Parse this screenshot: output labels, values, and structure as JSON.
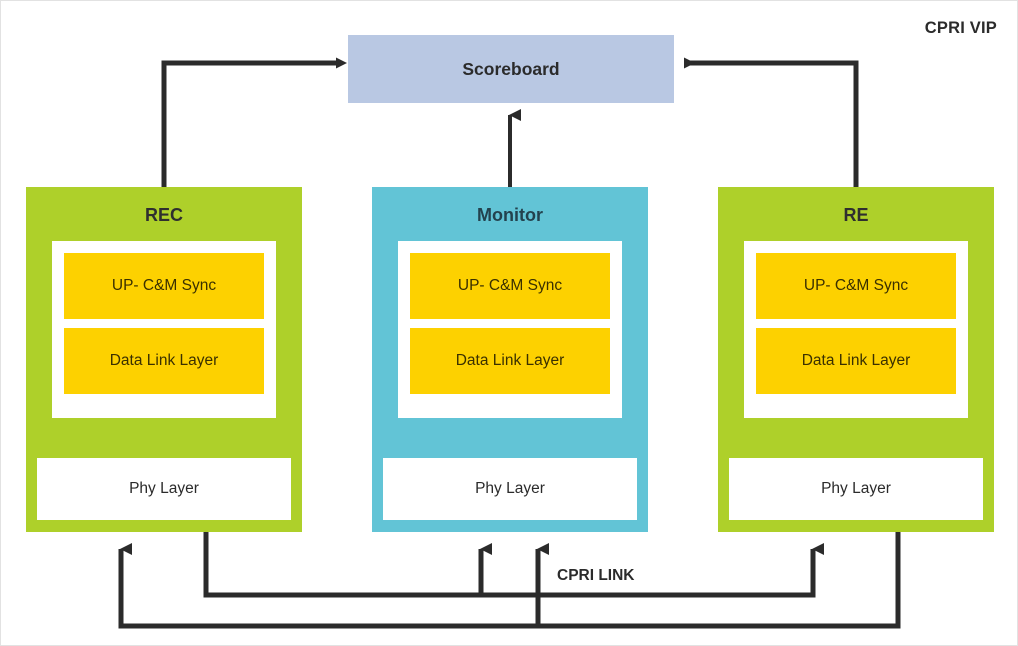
{
  "diagram": {
    "title": "CPRI VIP",
    "link_label": "CPRI LINK",
    "colors": {
      "green": "#aed02a",
      "teal": "#62c4d6",
      "yellow": "#fdd100",
      "scoreboard": "#b9c8e3",
      "wire": "#2b2b2b",
      "background": "#ffffff"
    }
  },
  "scoreboard": {
    "label": "Scoreboard"
  },
  "modules": [
    {
      "id": "rec",
      "title": "REC",
      "layers": [
        {
          "label": "UP- C&M Sync"
        },
        {
          "label": "Data Link Layer"
        }
      ],
      "phy": "Phy Layer"
    },
    {
      "id": "monitor",
      "title": "Monitor",
      "layers": [
        {
          "label": "UP- C&M Sync"
        },
        {
          "label": "Data Link Layer"
        }
      ],
      "phy": "Phy Layer"
    },
    {
      "id": "re",
      "title": "RE",
      "layers": [
        {
          "label": "UP- C&M Sync"
        },
        {
          "label": "Data Link Layer"
        }
      ],
      "phy": "Phy Layer"
    }
  ],
  "connections": [
    {
      "name": "rec-to-scoreboard",
      "from": "REC",
      "to": "Scoreboard"
    },
    {
      "name": "monitor-to-scoreboard",
      "from": "Monitor",
      "to": "Scoreboard"
    },
    {
      "name": "re-to-scoreboard",
      "from": "RE",
      "to": "Scoreboard"
    },
    {
      "name": "re-to-rec-cpri-link",
      "from": "RE",
      "to": "REC"
    },
    {
      "name": "rec-to-re-cpri-link",
      "from": "REC",
      "to": "RE"
    },
    {
      "name": "cpri-link-tap-to-monitor-a",
      "from": "CPRI LINK",
      "to": "Monitor"
    },
    {
      "name": "cpri-link-tap-to-monitor-b",
      "from": "CPRI LINK",
      "to": "Monitor"
    }
  ]
}
